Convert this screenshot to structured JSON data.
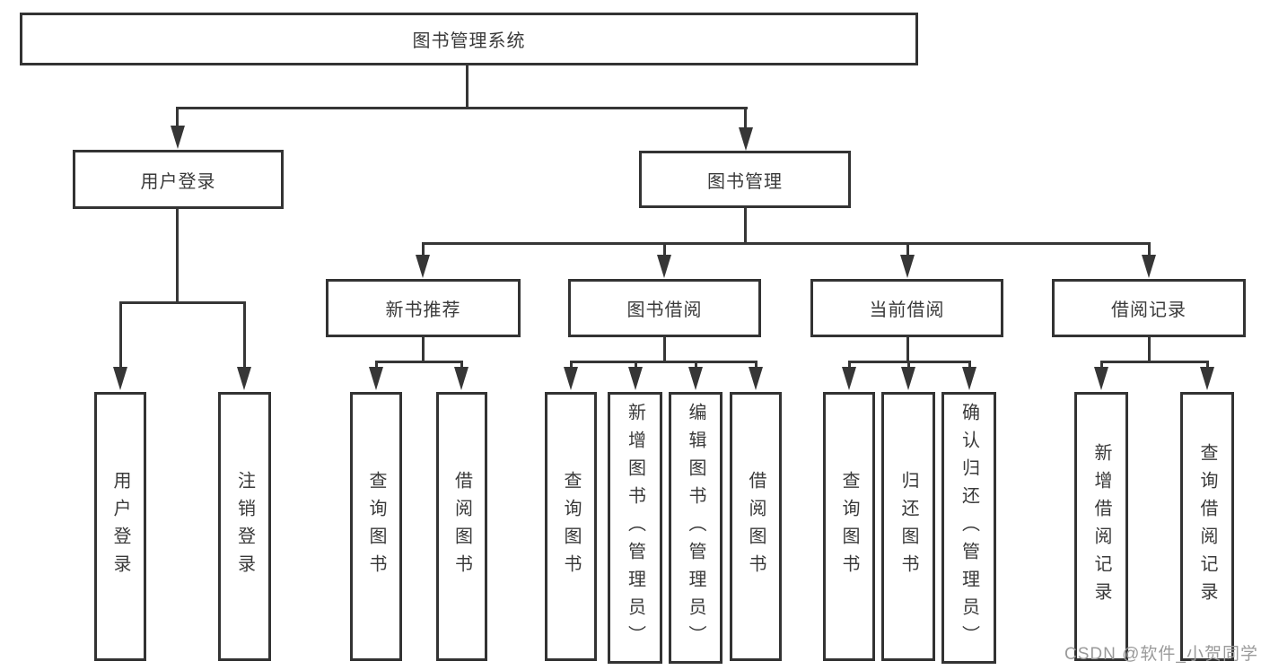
{
  "tree": {
    "label": "图书管理系统",
    "children": [
      {
        "label": "用户登录",
        "children": [
          {
            "label": "用户登录"
          },
          {
            "label": "注销登录"
          }
        ]
      },
      {
        "label": "图书管理",
        "children": [
          {
            "label": "新书推荐",
            "children": [
              {
                "label": "查询图书"
              },
              {
                "label": "借阅图书"
              }
            ]
          },
          {
            "label": "图书借阅",
            "children": [
              {
                "label": "查询图书"
              },
              {
                "label": "新增图书（管理员）"
              },
              {
                "label": "编辑图书（管理员）"
              },
              {
                "label": "借阅图书"
              }
            ]
          },
          {
            "label": "当前借阅",
            "children": [
              {
                "label": "查询图书"
              },
              {
                "label": "归还图书"
              },
              {
                "label": "确认归还（管理员）"
              }
            ]
          },
          {
            "label": "借阅记录",
            "children": [
              {
                "label": "新增借阅记录"
              },
              {
                "label": "查询借阅记录"
              }
            ]
          }
        ]
      }
    ]
  },
  "watermark": "CSDN @软件_小贺同学",
  "colors": {
    "line": "#363636",
    "border": "#333333",
    "text": "#3a3a3a",
    "watermark": "#9a9a9a"
  }
}
